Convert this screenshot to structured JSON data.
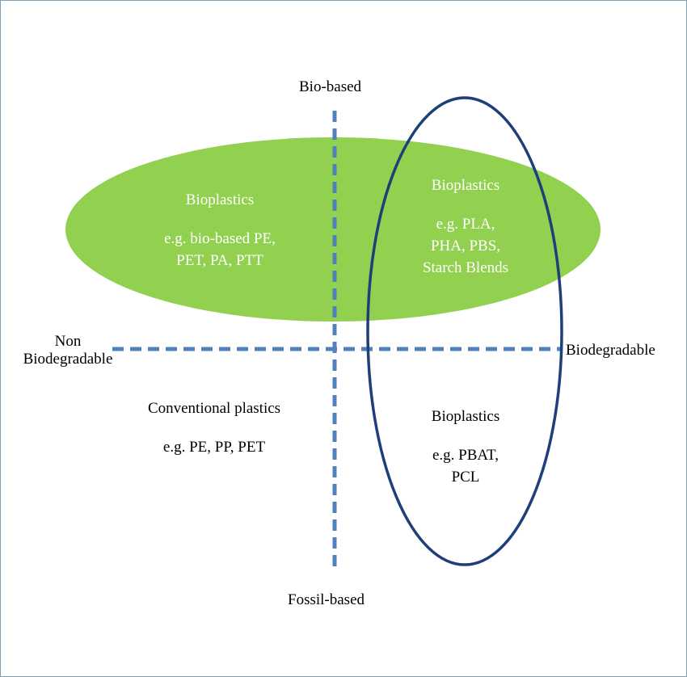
{
  "axes": {
    "top": "Bio-based",
    "bottom": "Fossil-based",
    "left_line1": "Non",
    "left_line2": "Biodegradable",
    "right": "Biodegradable"
  },
  "regions": {
    "bio_nonbio": {
      "title": "Bioplastics",
      "example_line1": "e.g. bio-based PE,",
      "example_line2": "PET, PA, PTT"
    },
    "bio_bio": {
      "title": "Bioplastics",
      "example_line1": "e.g. PLA,",
      "example_line2": "PHA, PBS,",
      "example_line3": "Starch Blends"
    },
    "fossil_nonbio": {
      "title": "Conventional plastics",
      "example_line1": "e.g. PE, PP, PET"
    },
    "fossil_bio": {
      "title": "Bioplastics",
      "example_line1": "e.g. PBAT,",
      "example_line2": "PCL"
    }
  },
  "colors": {
    "green_ellipse": "#92d050",
    "blue_ellipse_outline": "#1f3f7a",
    "dashed_axes": "#4f81bd",
    "frame": "#7f9fb3"
  }
}
